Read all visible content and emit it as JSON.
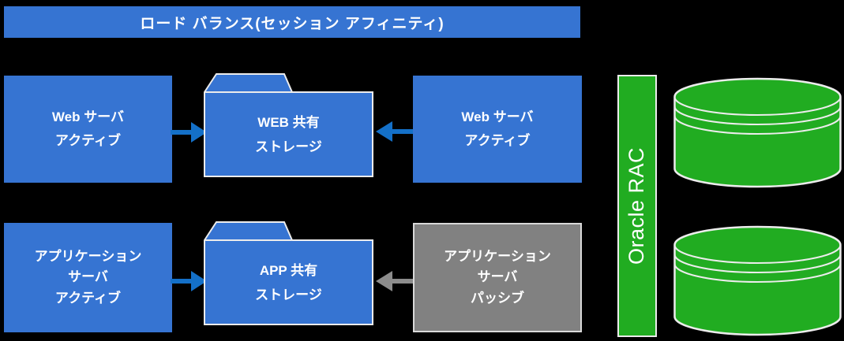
{
  "colors": {
    "node_blue": "#3674d2",
    "arrow_blue": "#1470c8",
    "node_gray": "#818181",
    "node_gray_border": "#d9d9d9",
    "arrow_gray": "#8c8c8c",
    "green": "#21ac21",
    "light_stroke": "#ececec",
    "text_white": "#ffffff"
  },
  "diagram": {
    "banner": {
      "label": "ロード バランス(セッション アフィニティ)"
    },
    "nodes": {
      "web_server_left": {
        "lines": [
          "Web サーバ",
          "アクティブ"
        ],
        "state": "active"
      },
      "web_storage": {
        "lines": [
          "WEB 共有",
          "ストレージ"
        ],
        "type": "folder"
      },
      "web_server_right": {
        "lines": [
          "Web サーバ",
          "アクティブ"
        ],
        "state": "active"
      },
      "app_server_left": {
        "lines": [
          "アプリケーション",
          "サーバ",
          "アクティブ"
        ],
        "state": "active"
      },
      "app_storage": {
        "lines": [
          "APP 共有",
          "ストレージ"
        ],
        "type": "folder"
      },
      "app_server_passive": {
        "lines": [
          "アプリケーション",
          "サーバ",
          "パッシブ"
        ],
        "state": "passive"
      },
      "oracle_rac": {
        "label": "Oracle RAC"
      }
    },
    "edges": [
      {
        "from": "web_server_left",
        "to": "web_storage",
        "color": "blue",
        "direction": "right"
      },
      {
        "from": "web_server_right",
        "to": "web_storage",
        "color": "blue",
        "direction": "left"
      },
      {
        "from": "app_server_left",
        "to": "app_storage",
        "color": "blue",
        "direction": "right"
      },
      {
        "from": "app_server_passive",
        "to": "app_storage",
        "color": "gray",
        "direction": "left"
      }
    ],
    "databases": {
      "count": 2,
      "icon": "green-cylinder"
    }
  }
}
